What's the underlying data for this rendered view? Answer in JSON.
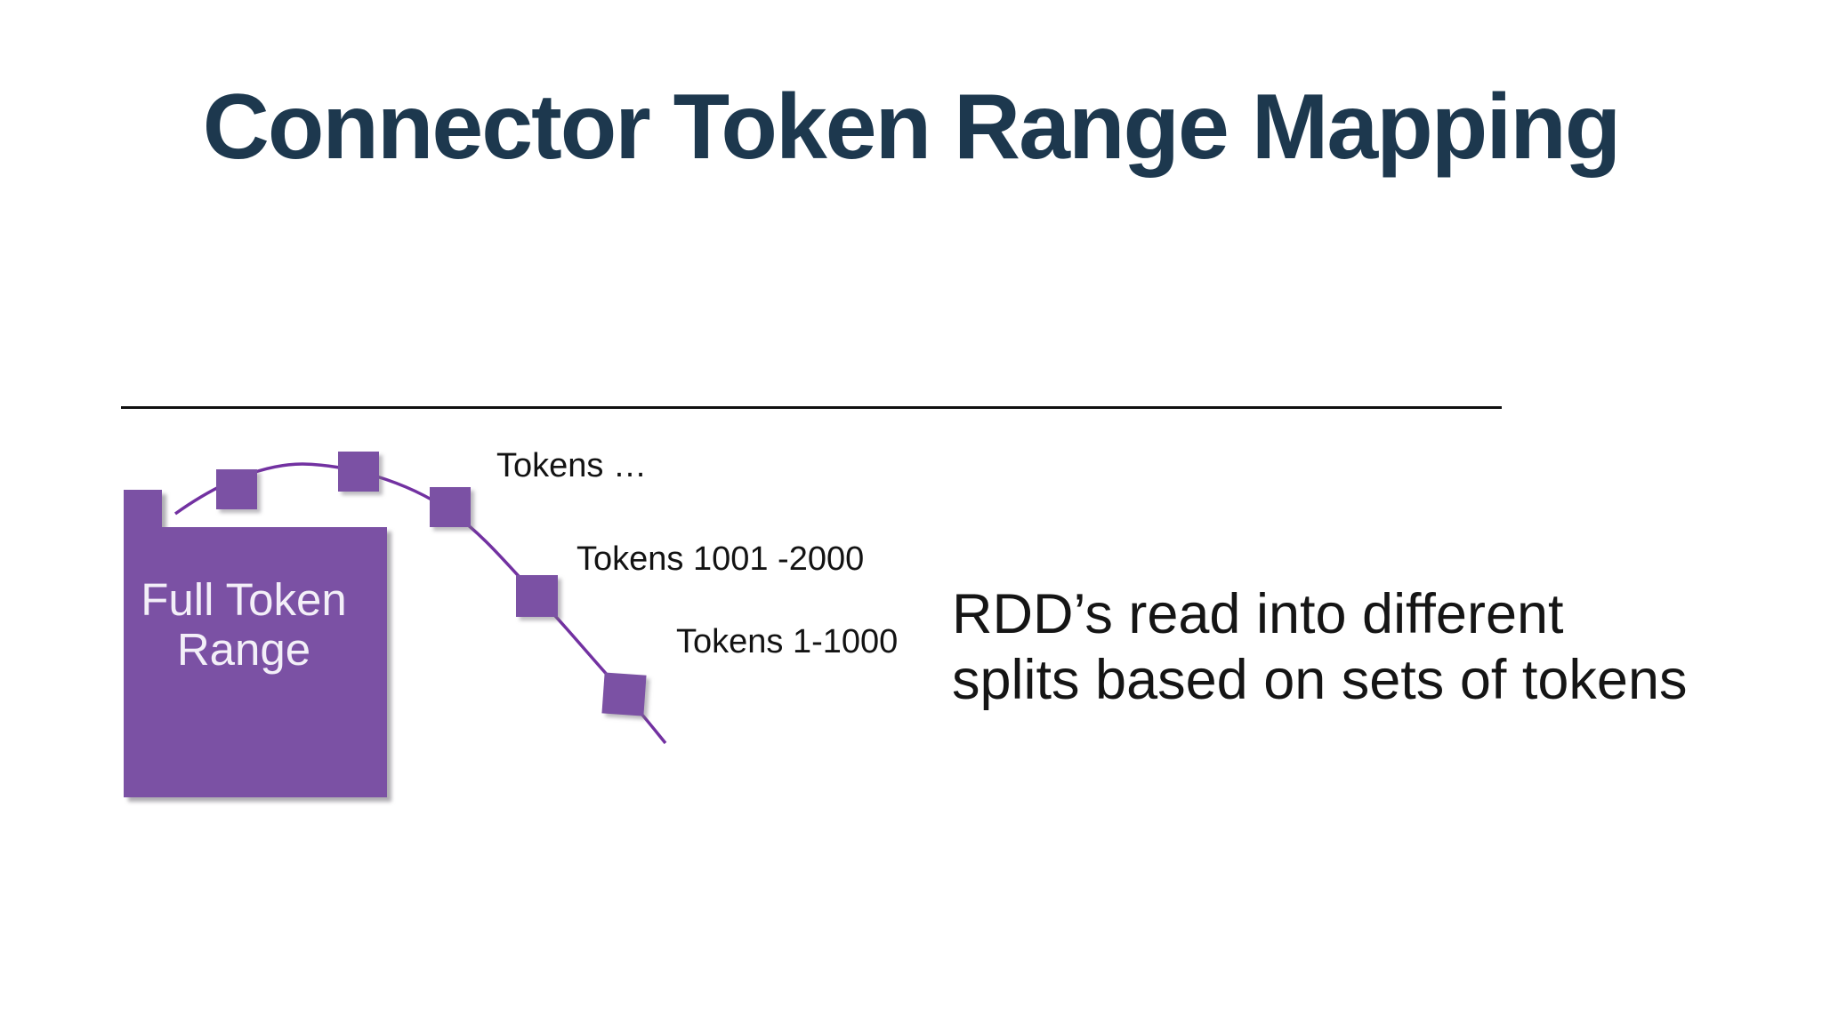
{
  "slide": {
    "title": "Connector Token Range Mapping",
    "body_text": {
      "line1": "RDD’s read into different",
      "line2": "splits based on sets of tokens"
    }
  },
  "diagram": {
    "full_token_block": {
      "label_line1": "Full Token",
      "label_line2": "Range"
    },
    "token_labels": [
      {
        "text": "Tokens …"
      },
      {
        "text": "Tokens 1001 -2000"
      },
      {
        "text": "Tokens 1-1000"
      }
    ],
    "colors": {
      "purple_fill": "#7b51a4",
      "curve_stroke": "#7231a1",
      "title_color": "#1d384e",
      "text_color": "#151515",
      "divider_color": "#0f0f0f",
      "block_text_color": "#f3eff8"
    }
  }
}
